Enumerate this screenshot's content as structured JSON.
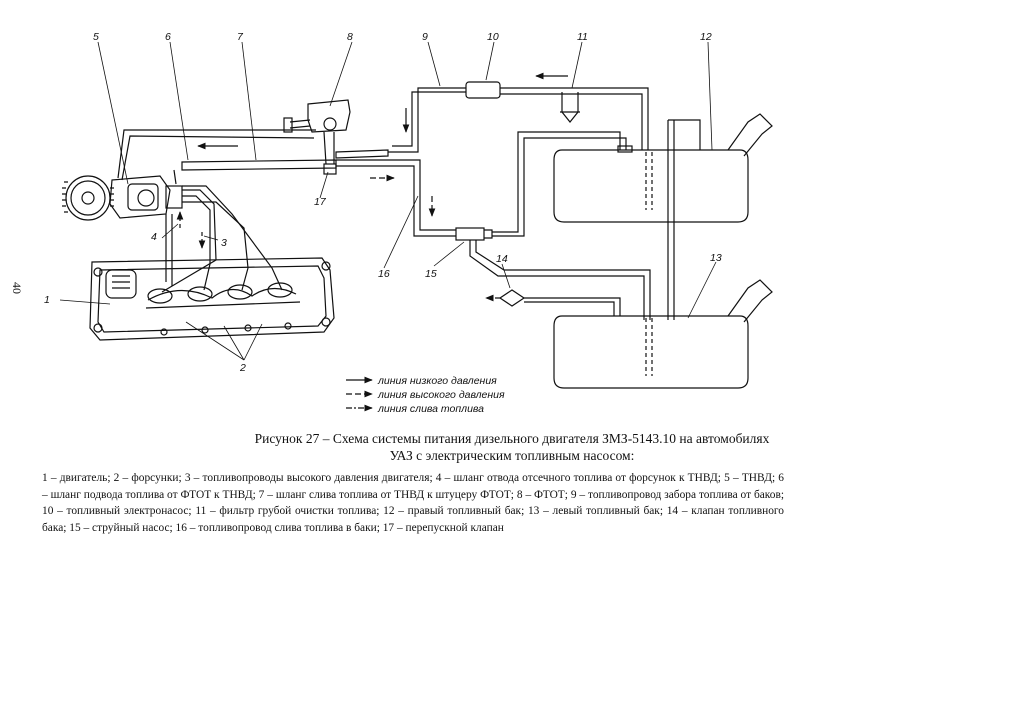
{
  "page_number": "40",
  "callouts": [
    "1",
    "2",
    "3",
    "4",
    "5",
    "6",
    "7",
    "8",
    "9",
    "10",
    "11",
    "12",
    "13",
    "14",
    "15",
    "16",
    "17"
  ],
  "legend": {
    "low": "линия низкого давления",
    "high": "линия высокого давления",
    "drain": "линия слива топлива"
  },
  "caption": {
    "line1": "Рисунок 27 – Схема системы питания дизельного двигателя ЗМЗ-5143.10 на автомобилях",
    "line2": "УАЗ с электрическим топливным насосом:"
  },
  "description": "1 – двигатель; 2 – форсунки; 3 – топливопроводы высокого давления двигателя; 4 – шланг отвода отсечного топлива от форсунок к ТНВД; 5 – ТНВД; 6 – шланг подвода топлива от ФТОТ к ТНВД; 7 – шланг слива топлива от ТНВД к штуцеру ФТОТ; 8 – ФТОТ; 9 – топливопровод забора топлива от баков; 10 – топливный электронасос; 11 – фильтр грубой очистки топлива; 12 – правый топливный бак; 13 – левый топливный бак; 14 – клапан топливного бака; 15 – струйный насос; 16 – топливопровод слива топлива в баки; 17 – перепускной клапан"
}
